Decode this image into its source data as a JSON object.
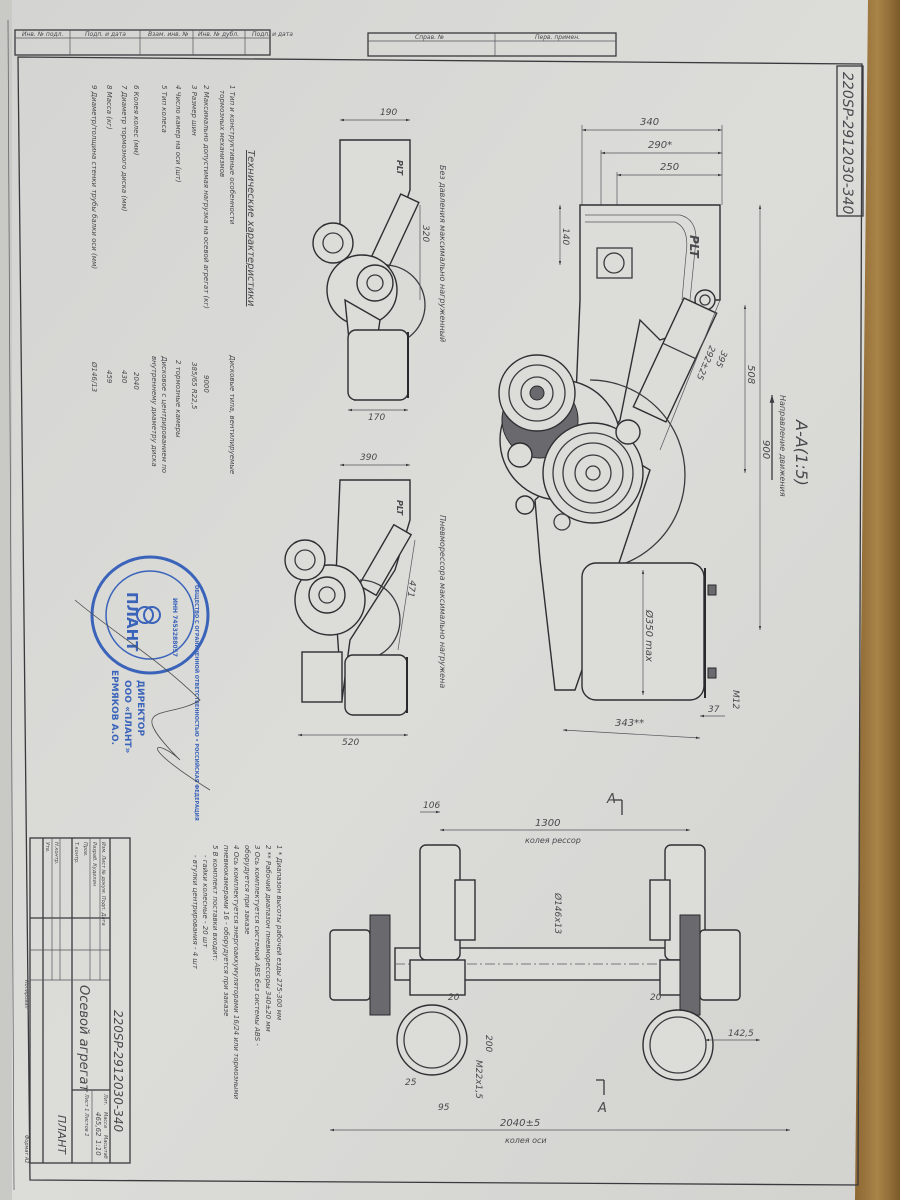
{
  "colors": {
    "paper": "#d8d8d5",
    "ink": "#3a3a3e",
    "stamp": "#1f4fb5",
    "table": "#9b7542"
  },
  "header": {
    "left_cells": [
      "Инв. № подл.",
      "Подп. и дата",
      "Взам. инв. №",
      "Инв. № дубл.",
      "Подп. и дата"
    ],
    "right_cells": [
      "Справ. №",
      "Перв. примен."
    ]
  },
  "doc_code_top": "220SP-2912030-340",
  "main_view": {
    "section_label": "А-А(1:5)",
    "direction_label": "Направление движения",
    "logo": "PLT",
    "dims": {
      "d340": "340",
      "d290": "290*",
      "d250": "250",
      "d140": "140",
      "d508": "508",
      "d900": "900",
      "d395": "395",
      "d292": "292±25",
      "d350": "Ø350 max",
      "d343": "343**",
      "d37": "37",
      "m12": "M12"
    }
  },
  "view_unloaded": {
    "caption": "Без давления максимально нагруженный",
    "dims": {
      "d190": "190",
      "d320": "320",
      "d170": "170"
    },
    "logo": "PLT"
  },
  "view_loaded": {
    "caption": "Пневморессора максимально нагружена",
    "dims": {
      "d390": "390",
      "d471": "471",
      "d520": "520"
    },
    "logo": "PLT"
  },
  "bottom_view": {
    "section_mark": "A",
    "dims": {
      "d106": "106",
      "d1300": "1300",
      "track_springs": "колея рессор",
      "pipe": "Ø146х13",
      "d20a": "20",
      "d20b": "20",
      "d200": "200",
      "thread": "M22x1,5",
      "d25": "25",
      "d95": "95",
      "d1425": "142,5",
      "d2040": "2040±5",
      "track_axle": "колея оси"
    }
  },
  "specs": {
    "title": "Технические характеристики",
    "items": [
      {
        "label": "1 Тип и конструктивные особенности",
        "label2": "тормозных механизмов",
        "value": "Дисковые типа, вентилируемые"
      },
      {
        "label": "2 Максимально допустимая нагрузка на осевой агрегат (кг)",
        "value": "9000"
      },
      {
        "label": "3 Размер шин",
        "value": "385/65 R22,5"
      },
      {
        "label": "4 Число камер на оси (шт)",
        "value": "2 тормозные камеры"
      },
      {
        "label": "5 Тип колеса",
        "value": "Дисковое с центрированием по",
        "value2": "внутреннему диаметру диска"
      },
      {
        "label": "6 Колея колес (мм)",
        "value": "2040"
      },
      {
        "label": "7 Диаметр тормозного диска (мм)",
        "value": "430"
      },
      {
        "label": "8 Масса (кг)",
        "value": "459"
      },
      {
        "label": "9 Диаметр/толщина стенки трубы балки оси (мм)",
        "value": "Ø146/13"
      }
    ]
  },
  "notes": [
    "1 * Диапазон высоты рабочей езды 275-300 мм",
    "2 ** Рабочий диапазон пневморессоры 340±20 мм",
    "3 Ось комплектуется системой ABS без системы ABS -",
    "оборудуется при заказе",
    "4 Ось комплектуется энергоаккумуляторами 16/24 или тормозными",
    "пневмокамерами 16 - оборудуется при заказе",
    "5 В комплект поставки входит:",
    "- гайки колесные - 20 шт",
    "- втулки центрирования - 4 шт"
  ],
  "stamp": {
    "company": "ПЛАНТ",
    "inn": "ИНН 7453288057",
    "ring": "ОБЩЕСТВО С ОГРАНИЧЕННОЙ ОТВЕТСТВЕННОСТЬЮ • РОССИЙСКАЯ ФЕДЕРАЦИЯ",
    "title": "ДИРЕКТОР",
    "org": "ООО «ПЛАНТ»",
    "name": "ЕРМЯКОВ А.О."
  },
  "title_block": {
    "code": "220SP-2912030-340",
    "name": "Осевой агрегат",
    "company": "ПЛАНТ",
    "rows": [
      "Изм. Лист № докум. Подп. Дата",
      "Разраб. Куделин",
      "Пров.",
      "Т.контр.",
      "Н.контр.",
      "Утв."
    ],
    "cols": [
      "Лит.",
      "Масса",
      "Масштаб"
    ],
    "mass": "465,62",
    "scale": "1:10",
    "sheet": "Лист 1   Листов 2",
    "copied": "Копировал",
    "format": "Формат A2"
  }
}
